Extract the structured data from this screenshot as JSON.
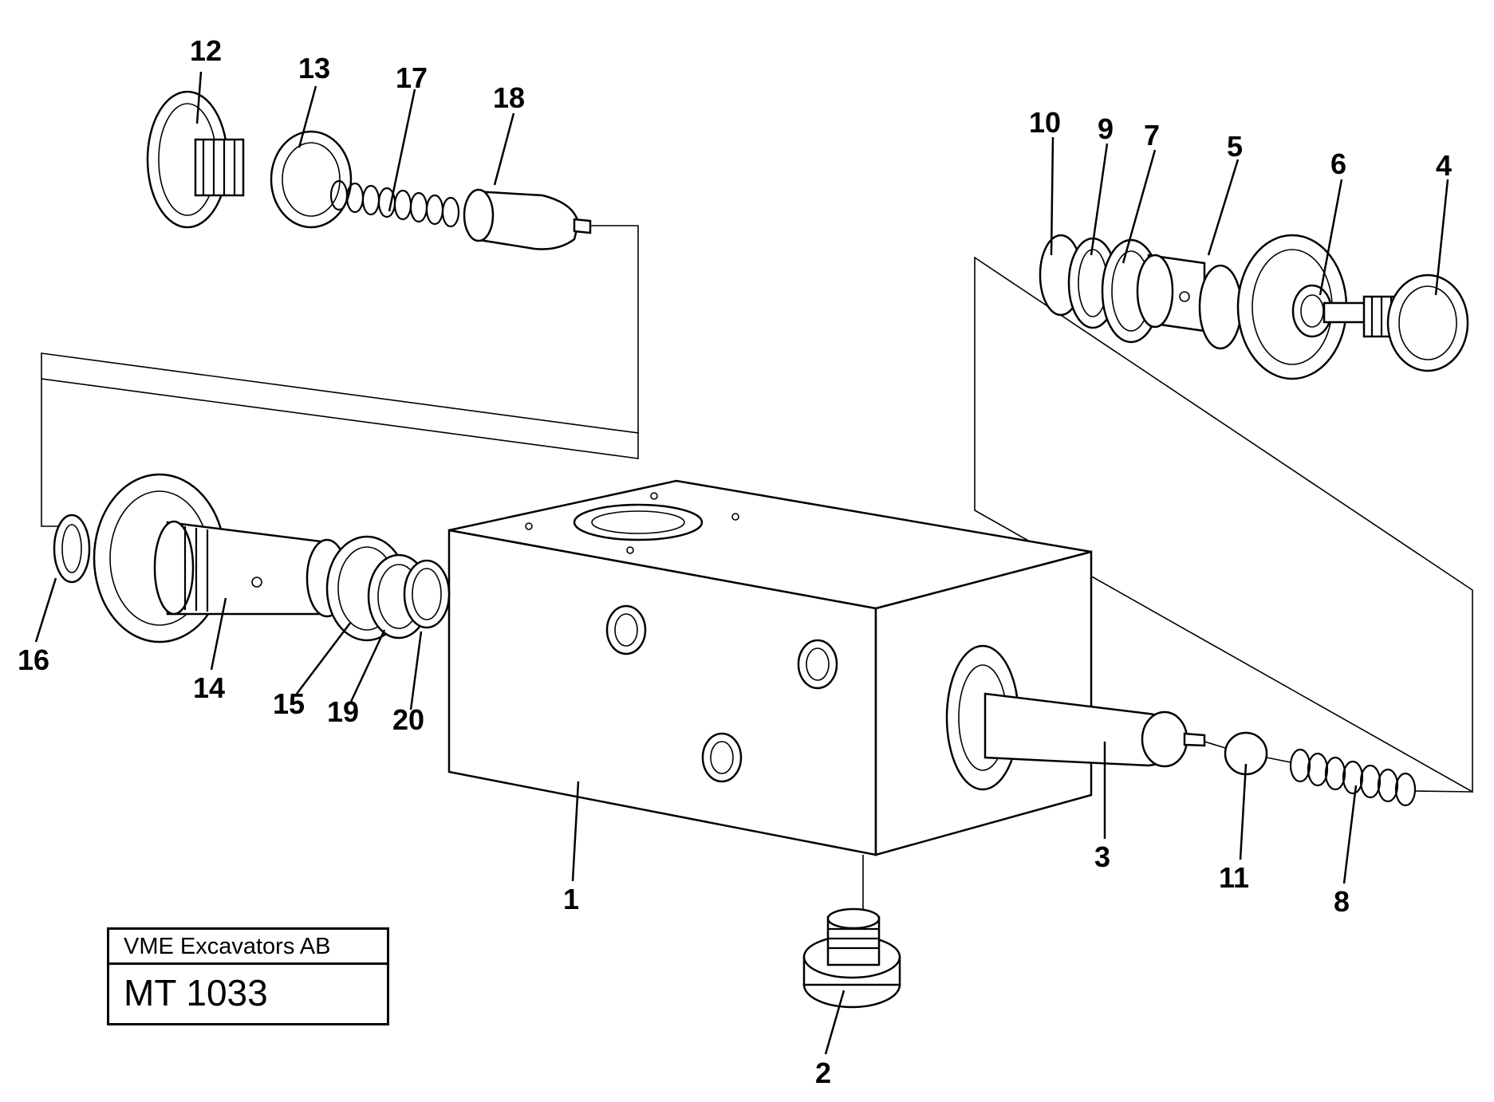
{
  "title_block": {
    "company": "VME Excavators AB",
    "drawing_number": "MT 1033"
  },
  "callouts": {
    "n1": "1",
    "n2": "2",
    "n3": "3",
    "n4": "4",
    "n5": "5",
    "n6": "6",
    "n7": "7",
    "n8": "8",
    "n9": "9",
    "n10": "10",
    "n11": "11",
    "n12": "12",
    "n13": "13",
    "n14": "14",
    "n15": "15",
    "n16": "16",
    "n17": "17",
    "n18": "18",
    "n19": "19",
    "n20": "20"
  }
}
